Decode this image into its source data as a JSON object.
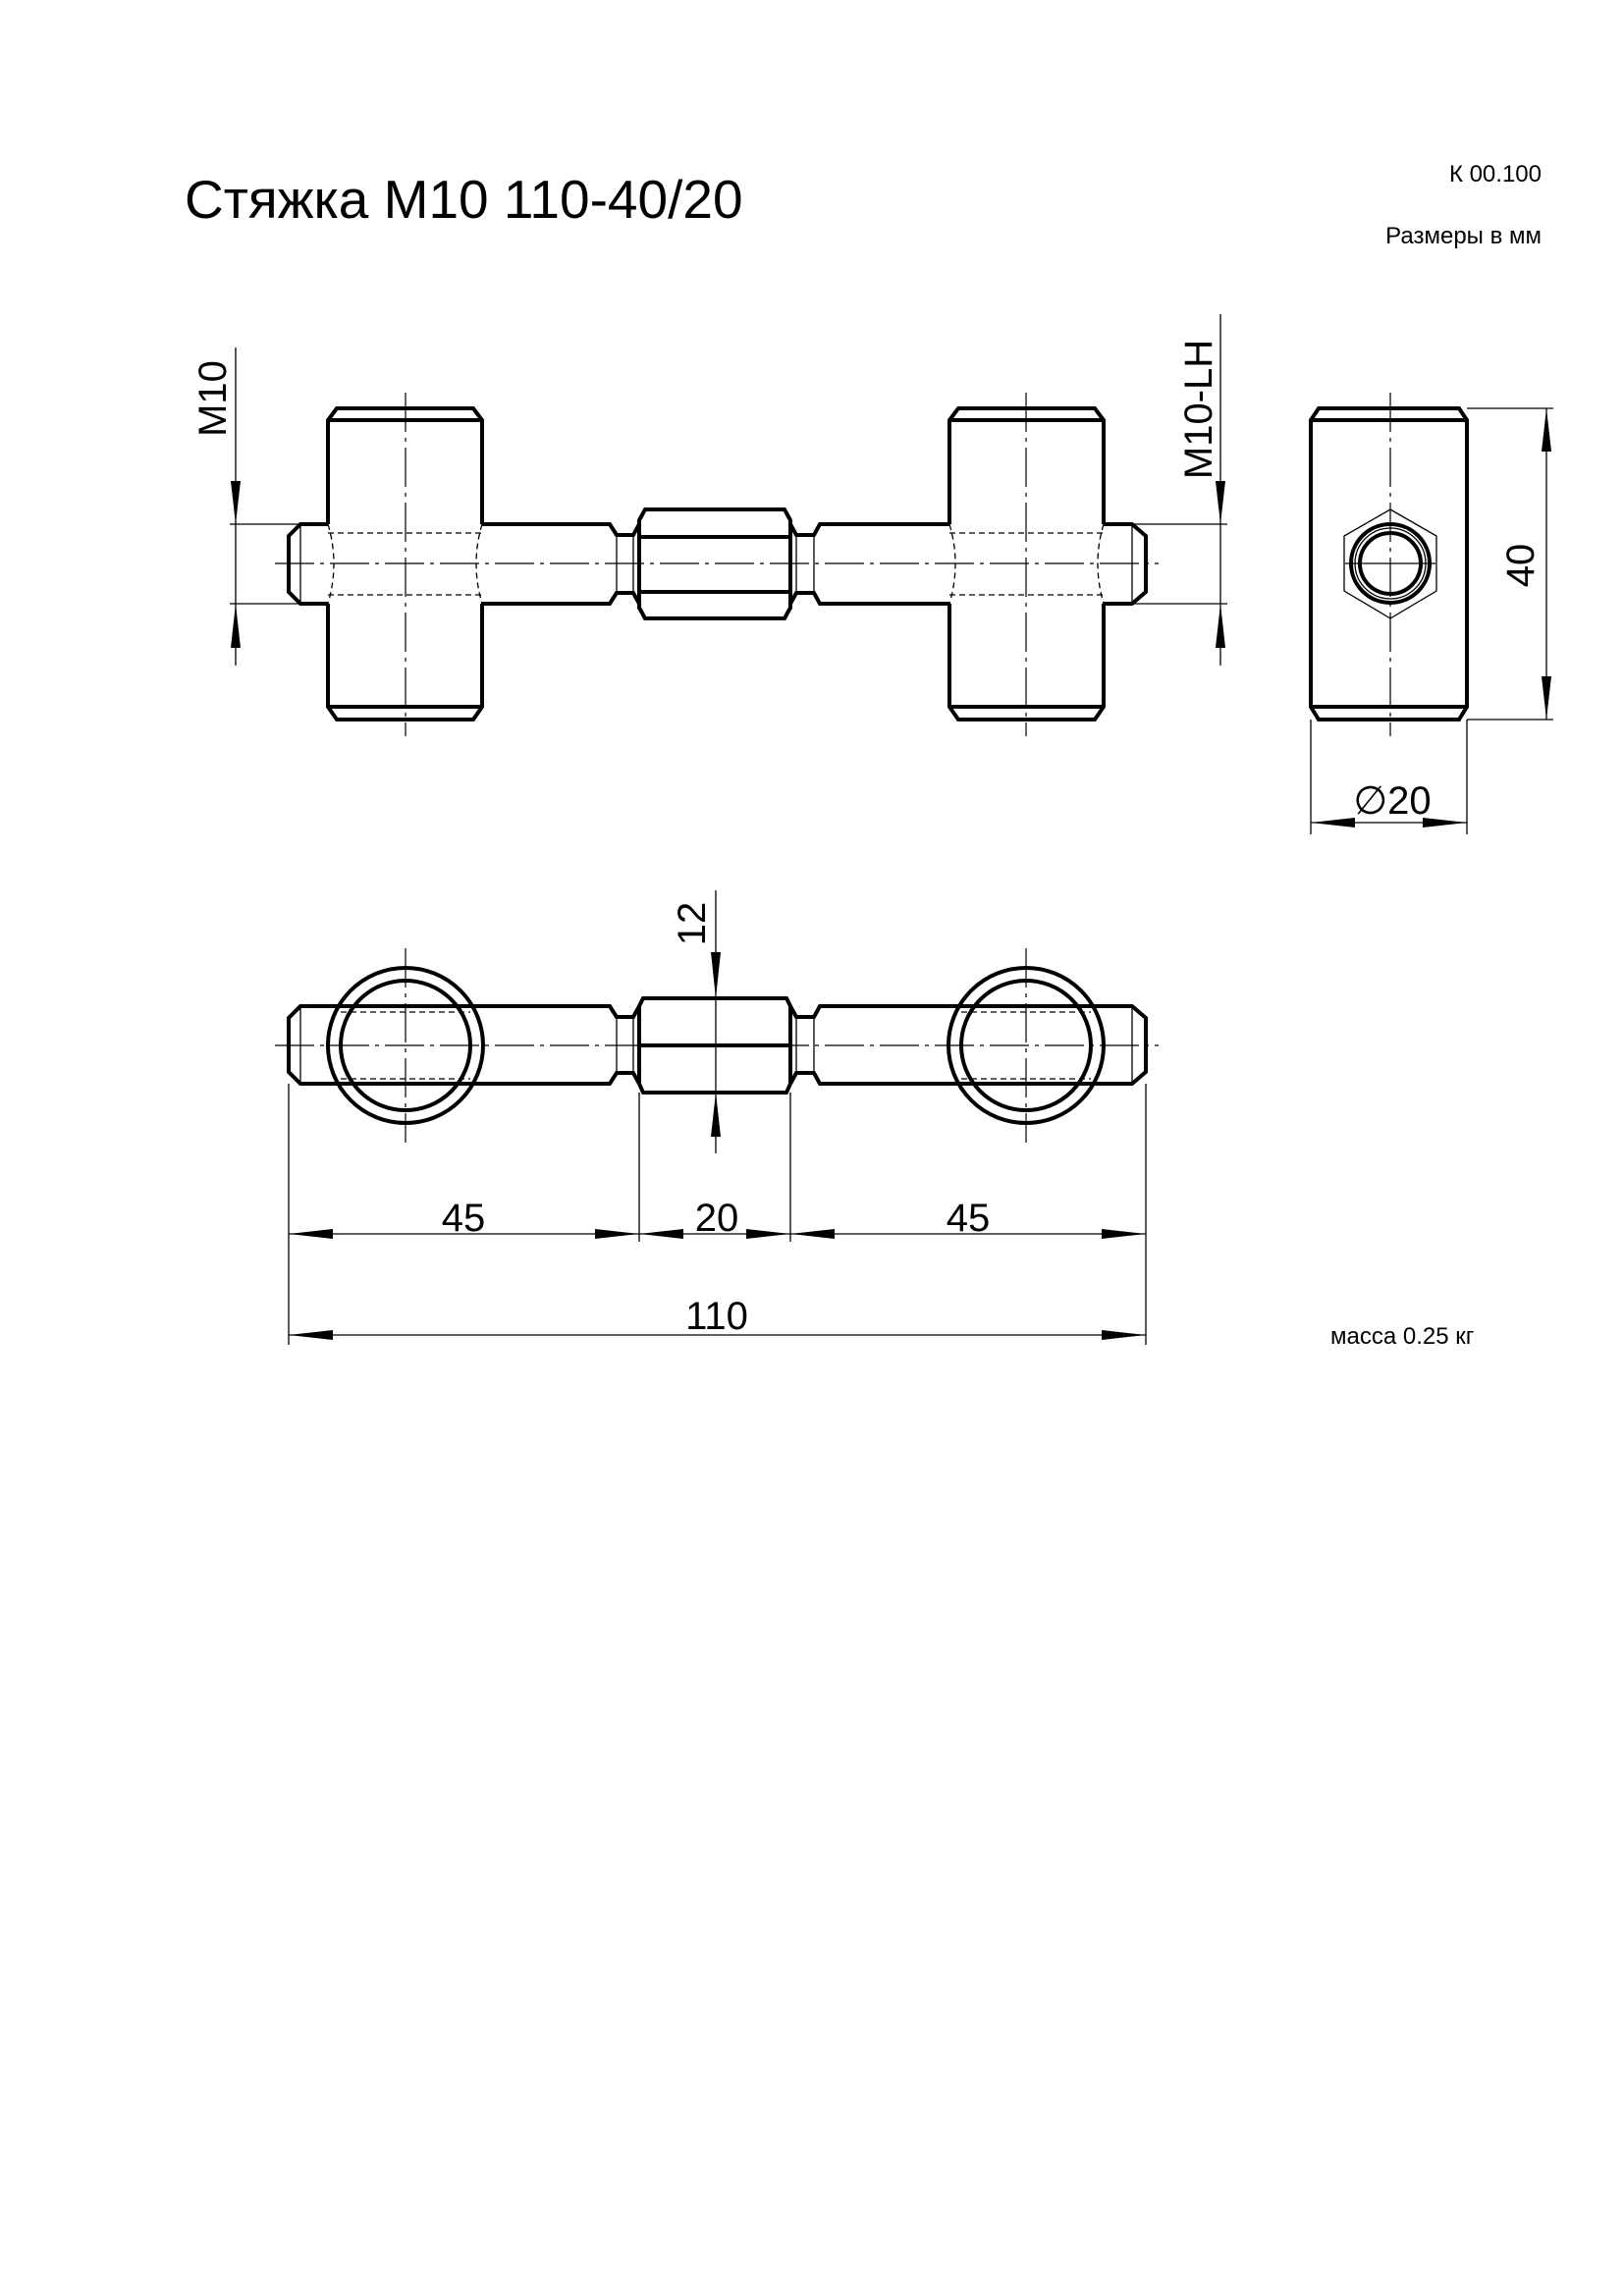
{
  "header": {
    "title": "Стяжка M10 110-40/20",
    "code": "К 00.100",
    "units_note": "Размеры в мм"
  },
  "dimensions": {
    "thread_left": "M10",
    "thread_right": "M10-LH",
    "height": "40",
    "diameter": "∅20",
    "nut_size": "12",
    "left_length": "45",
    "nut_length": "20",
    "right_length": "45",
    "total_length": "110"
  },
  "mass_note": "масса 0.25 кг"
}
